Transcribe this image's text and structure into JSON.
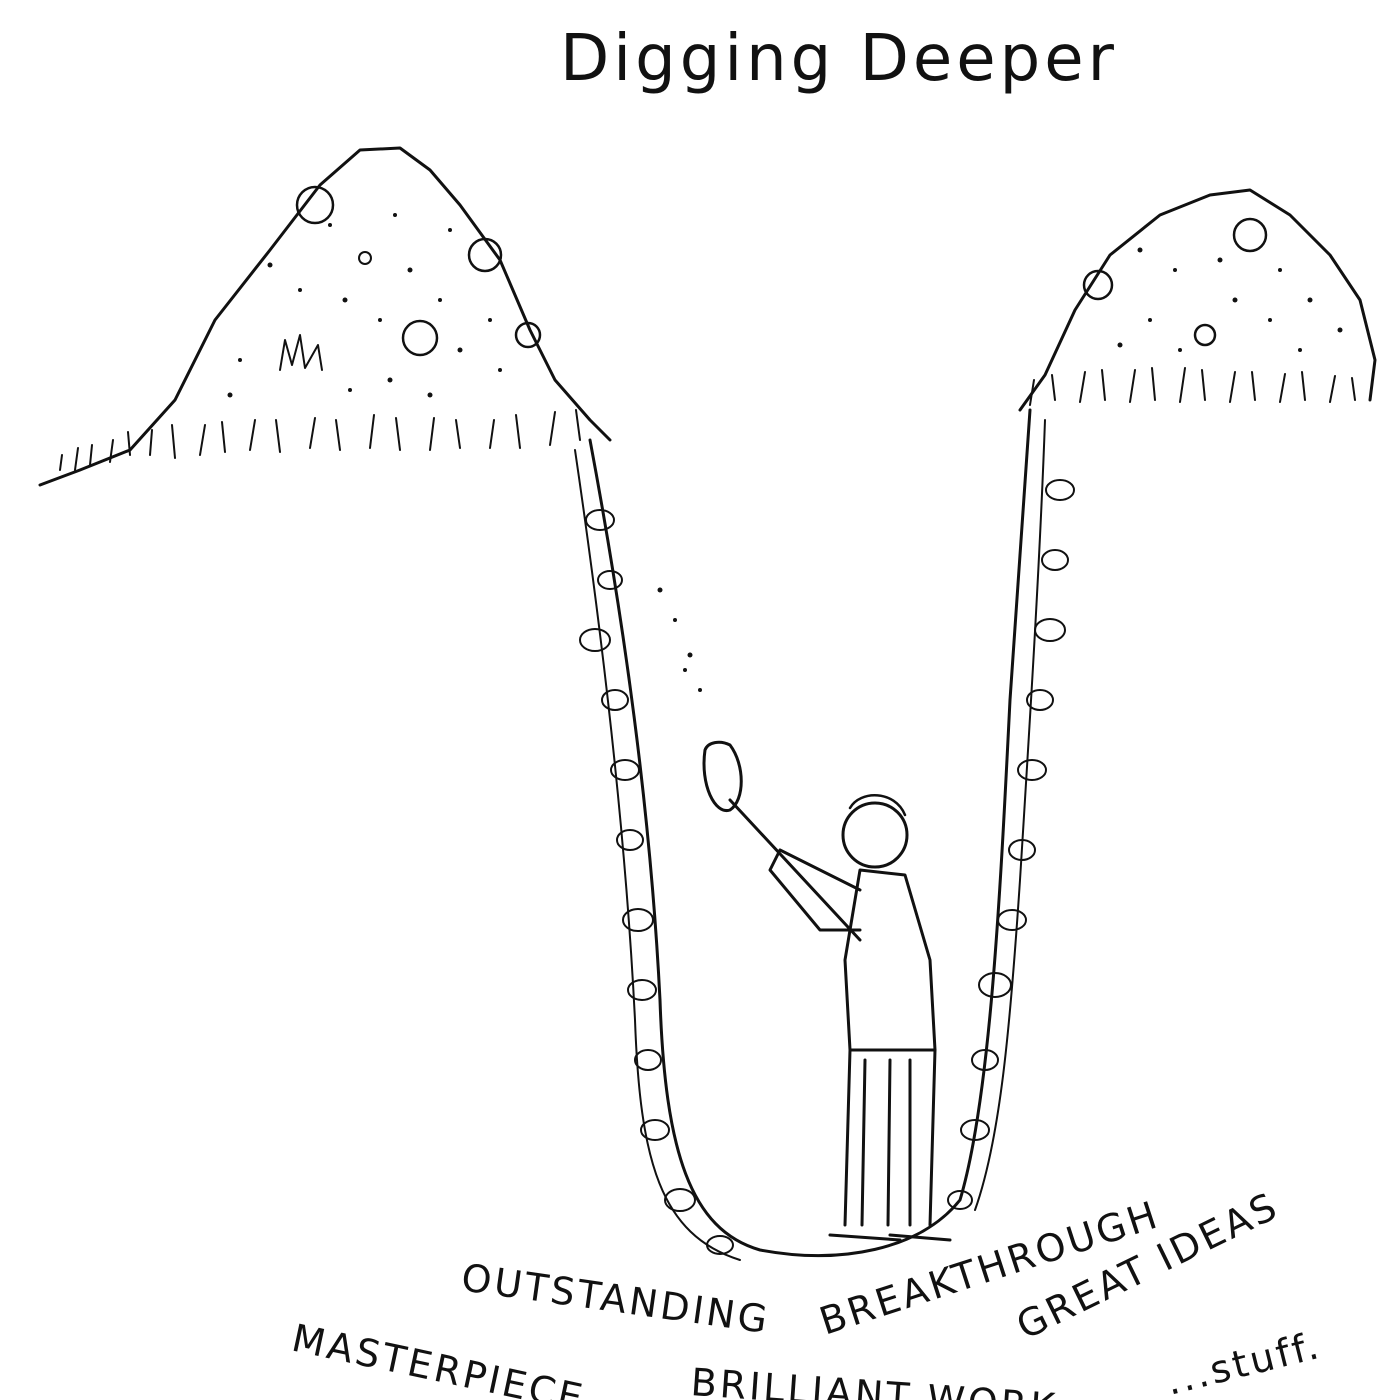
{
  "title": "Digging Deeper",
  "words": {
    "outstanding": "OUTSTANDING",
    "breakthrough": "BREAKTHROUGH",
    "great_ideas": "GREAT IDEAS",
    "masterpiece": "MASTERPIECE",
    "brilliant_work": "BRILLIANT WORK",
    "good_stuff": "...stuff."
  },
  "colors": {
    "ink": "#111111",
    "paper": "#ffffff"
  }
}
